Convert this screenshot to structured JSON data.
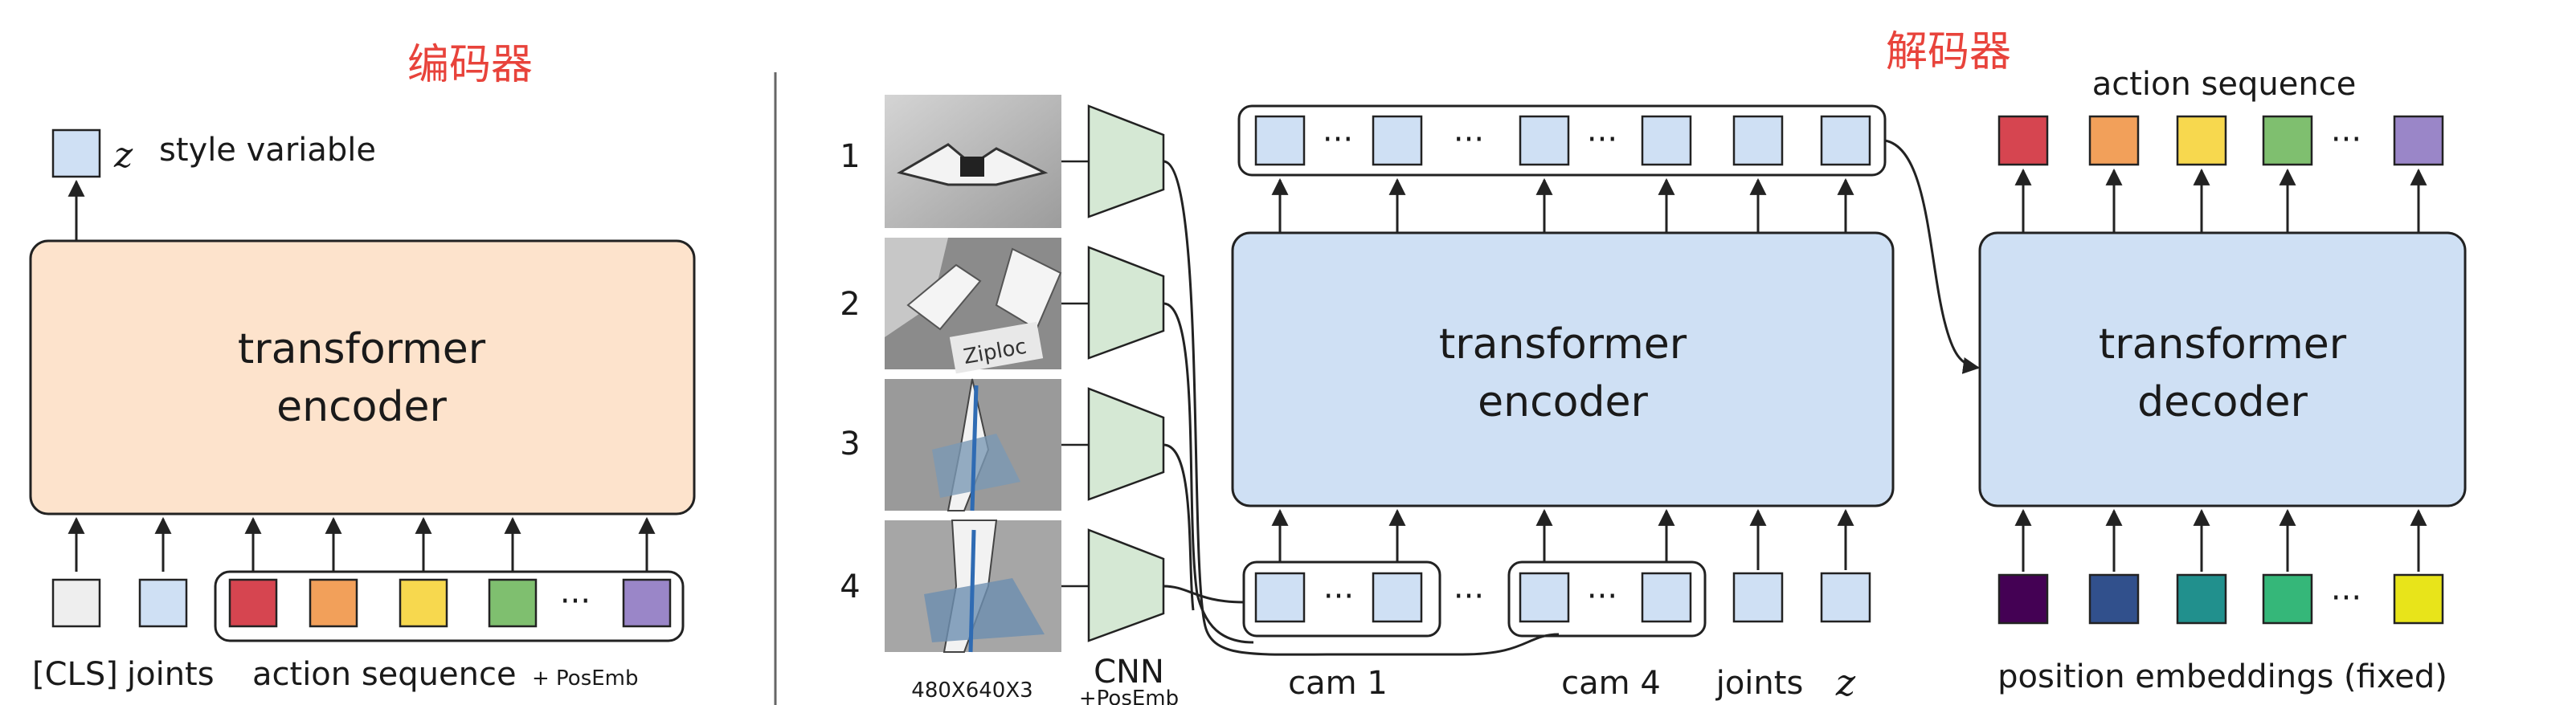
{
  "encoder_title": "编码器",
  "decoder_title": "解码器",
  "encoder": {
    "style_variable_symbol": "z",
    "style_variable_label": "style variable",
    "block_line1": "transformer",
    "block_line2": "encoder",
    "input_cls_label": "[CLS]",
    "input_joints_label": "joints",
    "input_action_label": "action sequence",
    "input_posemb_label": "+ PosEmb"
  },
  "images": {
    "row_numbers": [
      "1",
      "2",
      "3",
      "4"
    ],
    "size_label": "480X640X3",
    "cnn_label": "CNN",
    "cnn_posemb_label": "+PosEmb"
  },
  "main_encoder": {
    "block_line1": "transformer",
    "block_line2": "encoder",
    "cam1_label": "cam 1",
    "cam4_label": "cam 4",
    "joints_label": "joints",
    "z_label": "z"
  },
  "decoder": {
    "output_label": "action sequence",
    "block_line1": "transformer",
    "block_line2": "decoder",
    "input_label": "position embeddings (fixed)"
  },
  "ellipsis": "···",
  "colors": {
    "encoder_block": "#fde3cc",
    "token_blue": "#cfe0f4",
    "token_white": "#eeeeee",
    "title_red": "#e8433b",
    "action_colors": [
      "#d64550",
      "#f2a05a",
      "#f7d84e",
      "#7fbf6f",
      "#9a86c8"
    ],
    "posemb_colors": [
      "#440154",
      "#31508c",
      "#21908d",
      "#35b779",
      "#e8e41a"
    ]
  }
}
